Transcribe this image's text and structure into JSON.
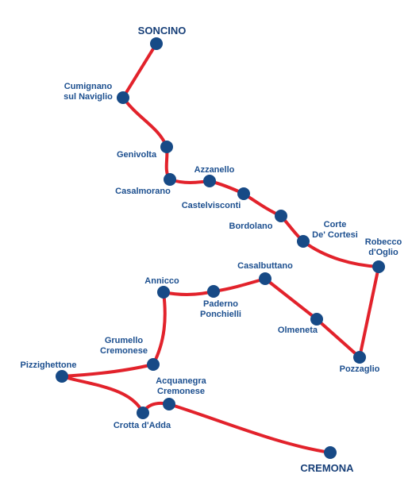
{
  "map": {
    "route_color": "#e2222b",
    "station_color": "#174a86",
    "label_color": "#1c4f8f",
    "stations": [
      {
        "id": "soncino",
        "lines": [
          "SONCINO"
        ],
        "terminus": true
      },
      {
        "id": "cumignano",
        "lines": [
          "Cumignano",
          "sul Naviglio"
        ]
      },
      {
        "id": "genivolta",
        "lines": [
          "Genivolta"
        ]
      },
      {
        "id": "casalmorano",
        "lines": [
          "Casalmorano"
        ]
      },
      {
        "id": "azzanello",
        "lines": [
          "Azzanello"
        ]
      },
      {
        "id": "castelvisconti",
        "lines": [
          "Castelvisconti"
        ]
      },
      {
        "id": "bordolano",
        "lines": [
          "Bordolano"
        ]
      },
      {
        "id": "corte-de-cortesi",
        "lines": [
          "Corte",
          "De' Cortesi"
        ]
      },
      {
        "id": "robecco-doglio",
        "lines": [
          "Robecco",
          "d'Oglio"
        ]
      },
      {
        "id": "pozzaglio",
        "lines": [
          "Pozzaglio"
        ]
      },
      {
        "id": "olmeneta",
        "lines": [
          "Olmeneta"
        ]
      },
      {
        "id": "casalbuttano",
        "lines": [
          "Casalbuttano"
        ]
      },
      {
        "id": "paderno-ponchielli",
        "lines": [
          "Paderno",
          "Ponchielli"
        ]
      },
      {
        "id": "annicco",
        "lines": [
          "Annicco"
        ]
      },
      {
        "id": "grumello-cremonese",
        "lines": [
          "Grumello",
          "Cremonese"
        ]
      },
      {
        "id": "pizzighettone",
        "lines": [
          "Pizzighettone"
        ]
      },
      {
        "id": "crotta-dadda",
        "lines": [
          "Crotta d'Adda"
        ]
      },
      {
        "id": "acquanegra-cremonese",
        "lines": [
          "Acquanegra",
          "Cremonese"
        ]
      },
      {
        "id": "cremona",
        "lines": [
          "CREMONA"
        ],
        "terminus": true
      }
    ]
  }
}
